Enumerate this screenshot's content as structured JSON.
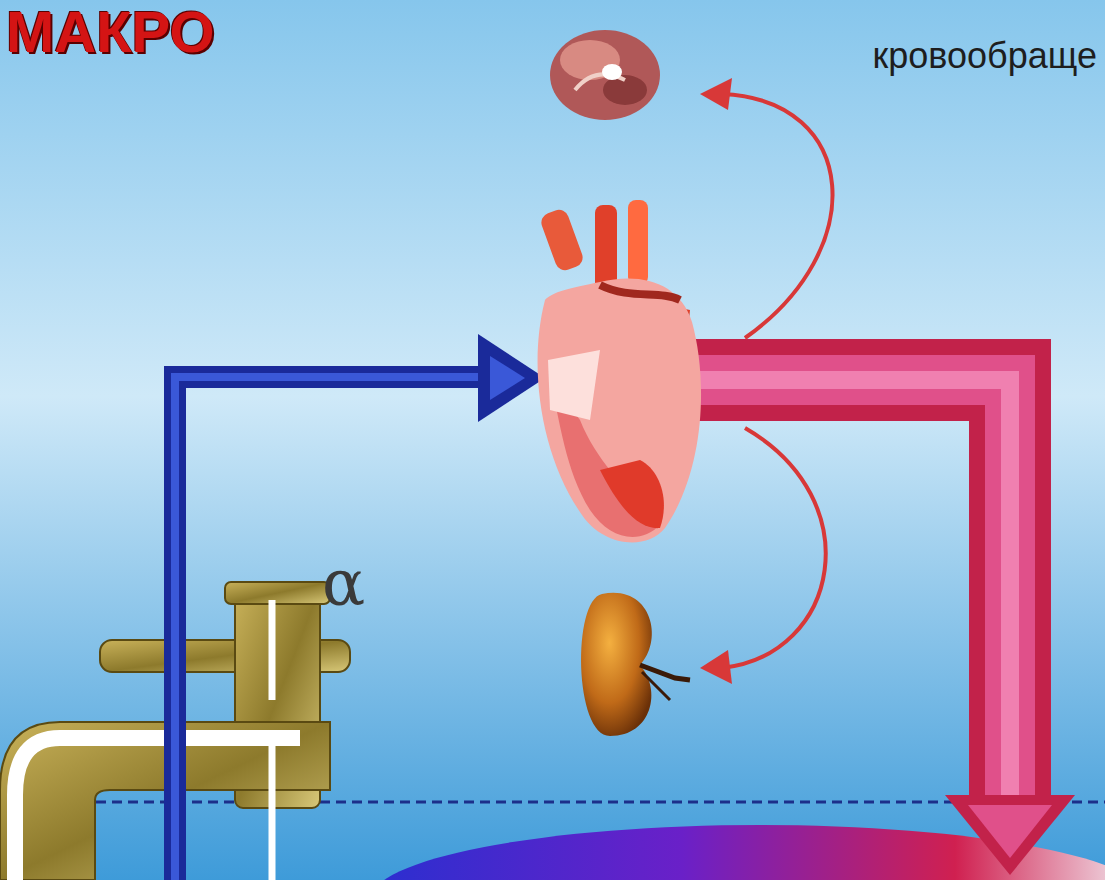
{
  "diagram": {
    "title": "МАКРО",
    "labels": [
      "кровообраще",
      "α"
    ]
  }
}
